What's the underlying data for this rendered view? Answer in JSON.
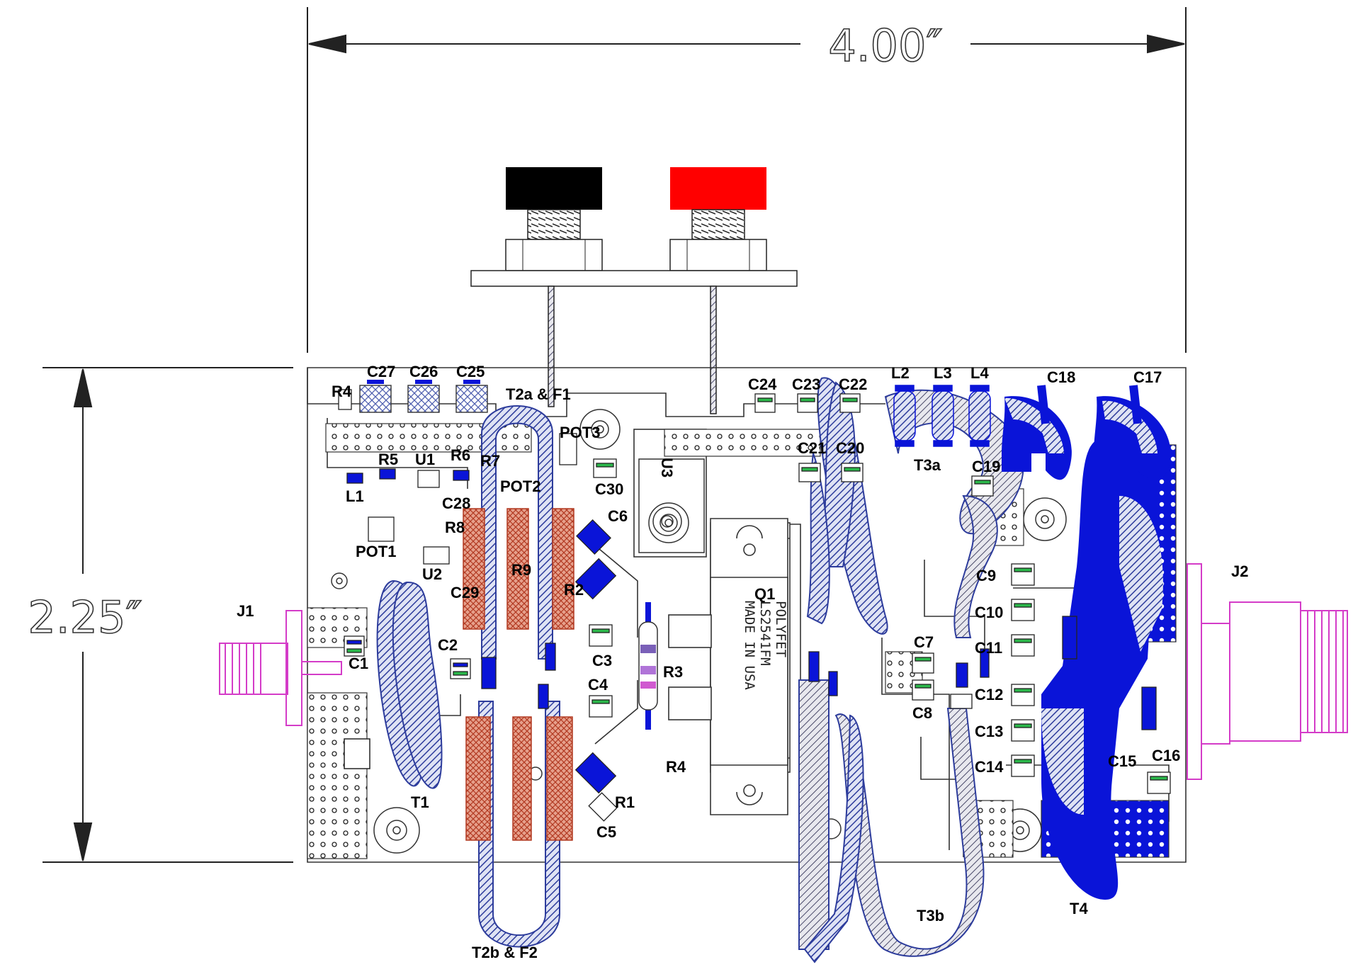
{
  "dimensions": {
    "width": "4.00″",
    "height": "2.25″"
  },
  "transistor": {
    "designator": "Q1",
    "marking": [
      "POLYFET",
      "LS2541FM",
      "MADE IN USA"
    ]
  },
  "references": {
    "C1": "C1",
    "C2": "C2",
    "C3": "C3",
    "C4": "C4",
    "C5": "C5",
    "C6": "C6",
    "C7": "C7",
    "C8": "C8",
    "C9": "C9",
    "C10": "C10",
    "C11": "C11",
    "C12": "C12",
    "C13": "C13",
    "C14": "C14",
    "C15": "C15",
    "C16": "C16",
    "C17": "C17",
    "C18": "C18",
    "C19": "C19",
    "C20": "C20",
    "C21": "C21",
    "C22": "C22",
    "C23": "C23",
    "C24": "C24",
    "C25": "C25",
    "C26": "C26",
    "C27": "C27",
    "C28": "C28",
    "C29": "C29",
    "C30": "C30",
    "R1": "R1",
    "R2": "R2",
    "R3": "R3",
    "R4a": "R4",
    "R4b": "R4",
    "R5": "R5",
    "R6": "R6",
    "R7": "R7",
    "R8": "R8",
    "R9": "R9",
    "L1": "L1",
    "L2": "L2",
    "L3": "L3",
    "L4": "L4",
    "U1": "U1",
    "U2": "U2",
    "U3": "U3",
    "POT1": "POT1",
    "POT2": "POT2",
    "POT3": "POT3",
    "J1": "J1",
    "J2": "J2",
    "T1": "T1",
    "T2a": "T2a & F1",
    "T2b": "T2b & F2",
    "T3a": "T3a",
    "T3b": "T3b",
    "T4": "T4"
  },
  "colors": {
    "outline": "#333333",
    "blue_fill": "#0a14d8",
    "hatch_blue": "#2d3c9c",
    "hatch_gray": "#4a4a6a",
    "ferrite": "#c9624a",
    "connector": "#d43cc8",
    "terminal_black": "#000000",
    "terminal_red": "#ff0000",
    "pad_green": "#2bb84a"
  }
}
